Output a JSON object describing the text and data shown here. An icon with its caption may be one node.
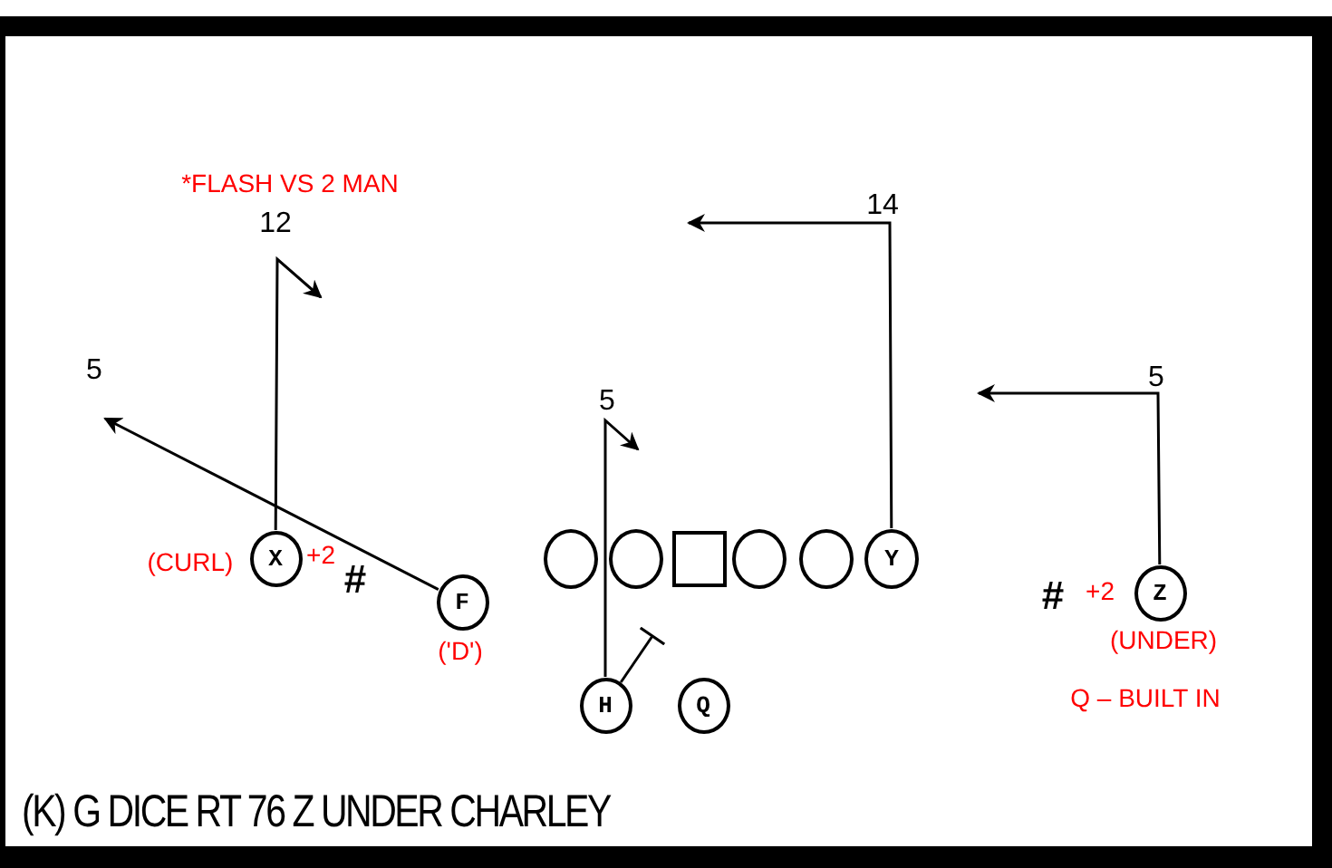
{
  "diagram": {
    "caption": "(K) G DICE RT 76 Z UNDER CHARLEY",
    "nodes": [
      {
        "text": [
          "X"
        ],
        "beside": [
          "(CURL)",
          "+2"
        ]
      },
      {
        "text": [
          "F"
        ],
        "beside": [
          "('D')"
        ]
      },
      {
        "text": [],
        "shape": "circle"
      },
      {
        "text": [],
        "shape": "circle"
      },
      {
        "text": [],
        "shape": "box"
      },
      {
        "text": [],
        "shape": "circle"
      },
      {
        "text": [],
        "shape": "circle"
      },
      {
        "text": [
          "Y"
        ]
      },
      {
        "text": [
          "Z"
        ],
        "beside": [
          "+2",
          "(UNDER)"
        ]
      },
      {
        "text": [
          "H"
        ]
      },
      {
        "text": [
          "Q"
        ]
      }
    ],
    "edges": [
      {
        "from": 0,
        "to": null,
        "arrow": "to"
      },
      {
        "from": 1,
        "to": null,
        "arrow": "to"
      },
      {
        "from": 9,
        "to": null,
        "arrow": "to"
      },
      {
        "from": 7,
        "to": null,
        "arrow": "to"
      },
      {
        "from": 8,
        "to": null,
        "arrow": "to"
      },
      {
        "from": 9,
        "to": null,
        "arrow": "other"
      }
    ],
    "labels": [
      "*FLASH VS 2 MAN",
      "12",
      "5",
      "5",
      "14",
      "5",
      "#",
      "#",
      "Q – BUILT IN"
    ]
  }
}
